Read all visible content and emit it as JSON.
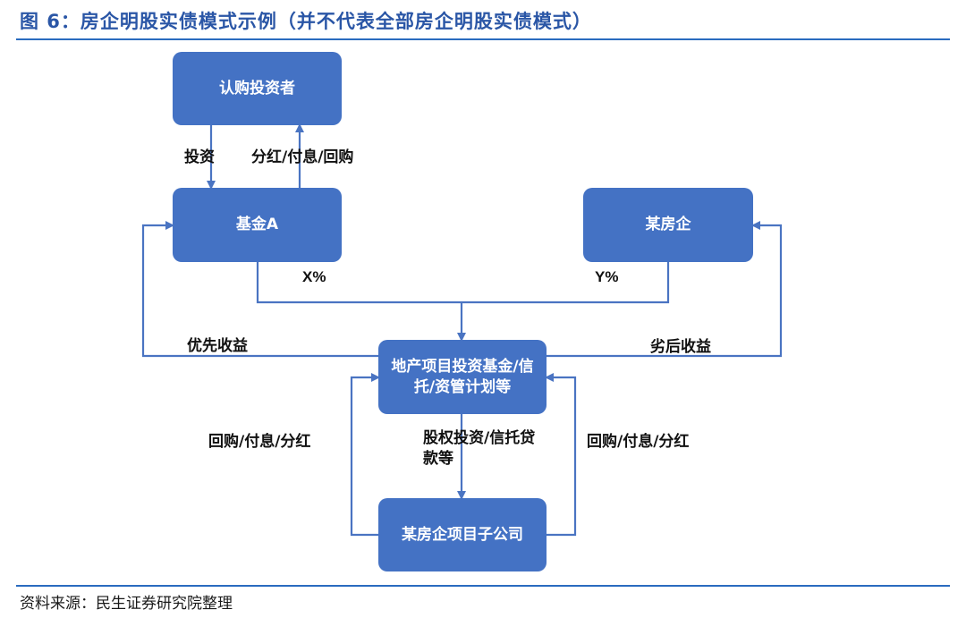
{
  "title": "图 6：房企明股实债模式示例（并不代表全部房企明股实债模式）",
  "source": "资料来源：民生证券研究院整理",
  "nodes": {
    "subscriber": "认购投资者",
    "fund_a": "基金A",
    "developer": "某房企",
    "vehicle": "地产项目投资基金/信托/资管计划等",
    "project_company": "某房企项目子公司"
  },
  "edges": {
    "invest": "投资",
    "dividend_interest_buyback": "分红/付息/回购",
    "x_share": "X%",
    "y_share": "Y%",
    "priority_return": "优先收益",
    "subordinate_return": "劣后收益",
    "buyback_left": "回购/付息/分红",
    "equity_loan": "股权投资/信托贷款等",
    "buyback_right": "回购/付息/分红"
  },
  "colors": {
    "title": "#2a56a6",
    "box_fill": "#4472c4",
    "line": "#4a74c2",
    "rule": "#2a6bbf"
  }
}
